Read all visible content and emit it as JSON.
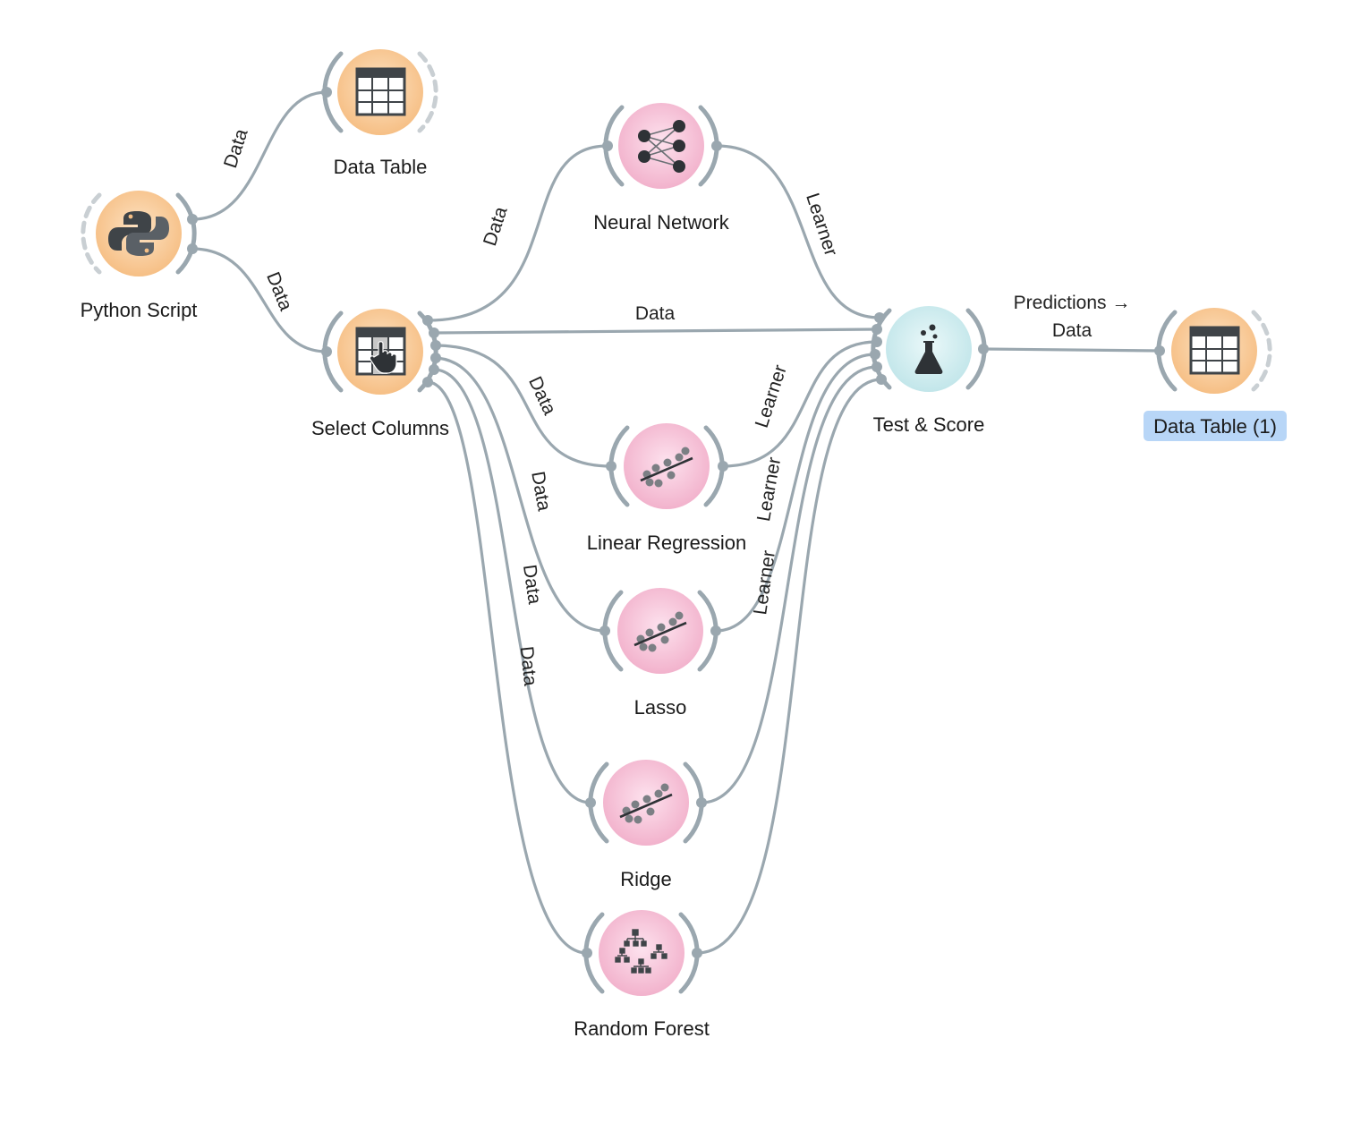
{
  "colors": {
    "data_node": "#f7c48f",
    "model_node": "#f4b6cf",
    "evaluate_node": "#c9eaec",
    "link": "#9aa7af",
    "selection": "#b8d6f7"
  },
  "nodes": [
    {
      "id": "python",
      "label": "Python Script",
      "category": "data",
      "icon": "python-icon"
    },
    {
      "id": "datatable",
      "label": "Data Table",
      "category": "data",
      "icon": "table-icon"
    },
    {
      "id": "select",
      "label": "Select Columns",
      "category": "data",
      "icon": "select-columns-icon"
    },
    {
      "id": "nn",
      "label": "Neural Network",
      "category": "model",
      "icon": "neural-network-icon"
    },
    {
      "id": "linreg",
      "label": "Linear Regression",
      "category": "model",
      "icon": "regression-icon"
    },
    {
      "id": "lasso",
      "label": "Lasso",
      "category": "model",
      "icon": "regression-icon"
    },
    {
      "id": "ridge",
      "label": "Ridge",
      "category": "model",
      "icon": "regression-icon"
    },
    {
      "id": "rf",
      "label": "Random Forest",
      "category": "model",
      "icon": "random-forest-icon"
    },
    {
      "id": "testscore",
      "label": "Test & Score",
      "category": "evaluate",
      "icon": "flask-icon"
    },
    {
      "id": "datatable1",
      "label": "Data Table (1)",
      "category": "data",
      "icon": "table-icon",
      "selected": true
    }
  ],
  "links": [
    {
      "id": "l1",
      "label": "Data"
    },
    {
      "id": "l2",
      "label": "Data"
    },
    {
      "id": "l3",
      "label": "Data"
    },
    {
      "id": "l4",
      "label": "Learner"
    },
    {
      "id": "l5",
      "label": "Data"
    },
    {
      "id": "l6",
      "label": "Data"
    },
    {
      "id": "l7",
      "label": "Learner"
    },
    {
      "id": "l8",
      "label": "Data"
    },
    {
      "id": "l9",
      "label": "Learner"
    },
    {
      "id": "l10",
      "label": "Data"
    },
    {
      "id": "l11",
      "label": "Learner"
    },
    {
      "id": "l12",
      "label": "Data"
    },
    {
      "id": "l13",
      "label": ""
    },
    {
      "id": "l14",
      "label_line1": "Predictions →",
      "label_line2": "Data"
    }
  ]
}
